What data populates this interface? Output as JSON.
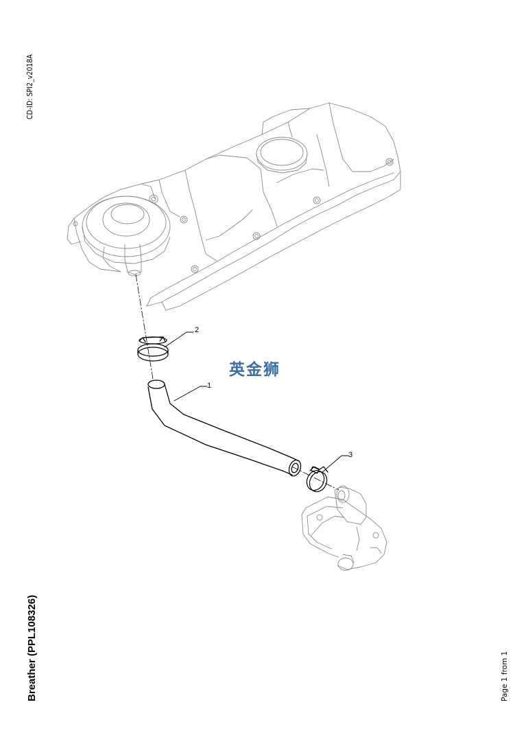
{
  "document": {
    "cd_id": "CD-ID: SPI2_v2018A",
    "title": "Breather (PPL108326)",
    "page_label": "Page 1 from 1"
  },
  "watermark": {
    "text": "英金狮",
    "color": "#3a6ea5"
  },
  "callouts": [
    {
      "number": "1"
    },
    {
      "number": "2"
    },
    {
      "number": "3"
    }
  ]
}
